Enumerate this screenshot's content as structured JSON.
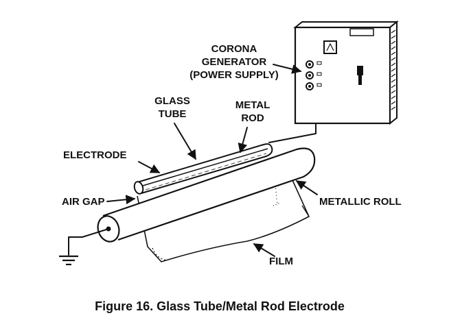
{
  "labels": {
    "corona_line1": "CORONA",
    "corona_line2": "GENERATOR",
    "corona_line3": "(POWER SUPPLY)",
    "glass_line1": "GLASS",
    "glass_line2": "TUBE",
    "metal_line1": "METAL",
    "metal_line2": "ROD",
    "electrode": "ELECTRODE",
    "air_gap": "AIR GAP",
    "metallic_roll": "METALLIC ROLL",
    "film": "FILM"
  },
  "caption": "Figure 16.  Glass Tube/Metal Rod Electrode"
}
